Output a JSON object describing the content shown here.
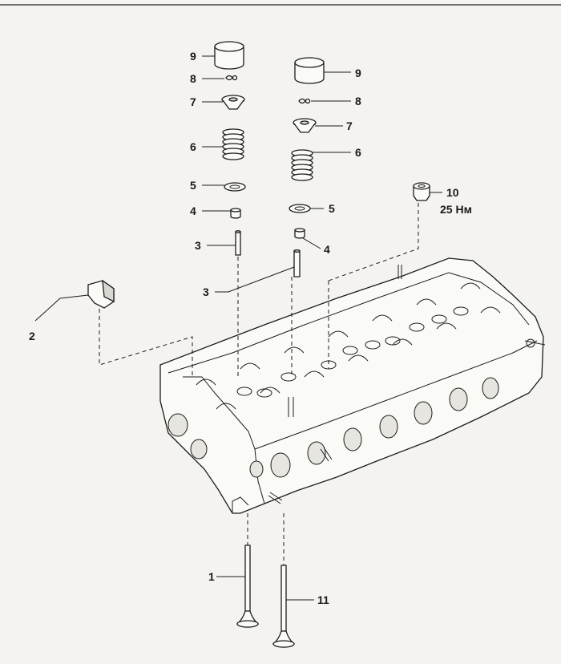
{
  "callouts": {
    "p1": "1",
    "p2": "2",
    "p3a": "3",
    "p3b": "3",
    "p4a": "4",
    "p4b": "4",
    "p5a": "5",
    "p5b": "5",
    "p6a": "6",
    "p6b": "6",
    "p7a": "7",
    "p7b": "7",
    "p8a": "8",
    "p8b": "8",
    "p9a": "9",
    "p9b": "9",
    "p10": "10",
    "p11": "11"
  },
  "torque": {
    "p10": "25 Нм"
  },
  "colors": {
    "background": "#f4f3ef",
    "ink": "#1c1c1c"
  }
}
